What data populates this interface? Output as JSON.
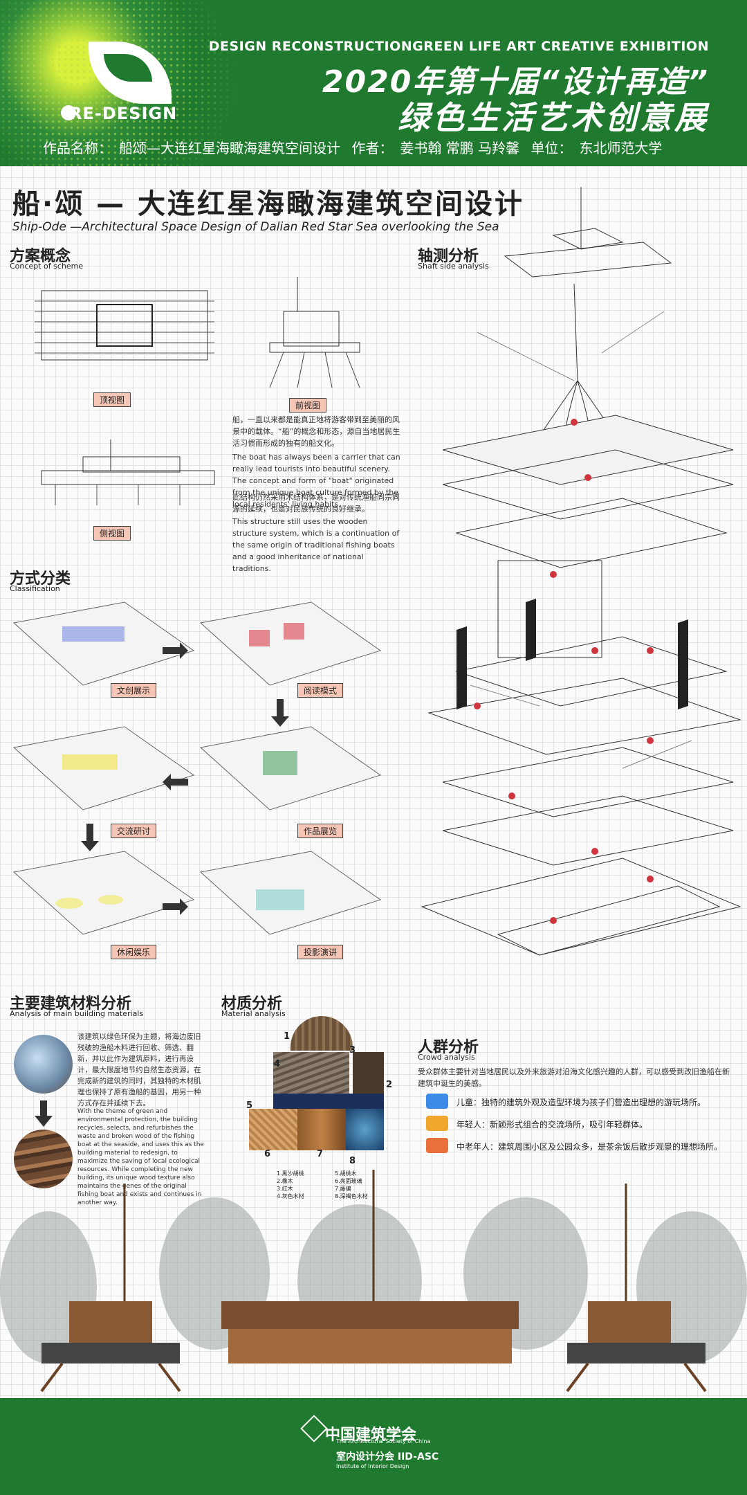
{
  "header": {
    "logo_text": "RE-DESIGN",
    "english_title": "DESIGN RECONSTRUCTIONGREEN LIFE ART CREATIVE EXHIBITION",
    "chinese_title_line1": "2020年第十届“设计再造”",
    "chinese_title_line2": "绿色生活艺术创意展",
    "meta_name_label": "作品名称：",
    "meta_name_value": "船颂—大连红星海瞰海建筑空间设计",
    "meta_author_label": "作者：",
    "meta_author_value": "姜书翰 常鹏 马羚馨",
    "meta_unit_label": "单位：",
    "meta_unit_value": "东北师范大学"
  },
  "title": {
    "cn": "船·颂 — 大连红星海瞰海建筑空间设计",
    "en": "Ship-Ode —Architectural Space Design of Dalian Red Star Sea overlooking the Sea"
  },
  "concept": {
    "heading": "方案概念",
    "sub": "Concept of scheme",
    "cap_top": "顶视图",
    "cap_front": "前视图",
    "cap_side": "侧视图",
    "para1_cn": "船，一直以来都是能真正地将游客带到至美丽的风景中的载体。“船”的概念和形态，源自当地居民生活习惯而形成的独有的船文化。",
    "para1_en": "The boat has always been a carrier that can really lead tourists into beautiful scenery. The concept and form of \"boat\" originated from the unique boat culture formed by the local residents' living habits.",
    "para2_cn": "此结构仍然采用木结构体系，是对传统渔船同宗同源的延续，也是对民族传统的良好继承。",
    "para2_en": "This structure still uses the wooden structure system, which is a continuation of the same origin of traditional fishing boats and a good inheritance of national traditions."
  },
  "classification": {
    "heading": "方式分类",
    "sub": "Classification",
    "caps": [
      "文创展示",
      "阅读模式",
      "交流研讨",
      "作品展览",
      "休闲娱乐",
      "投影演讲"
    ]
  },
  "axon": {
    "heading": "轴测分析",
    "sub": "Shaft side analysis"
  },
  "materials": {
    "heading": "主要建筑材料分析",
    "sub": "Analysis of main building materials",
    "para_cn": "该建筑以绿色环保为主题，将海边废旧残破的渔船木料进行回收、筛选、翻新，并以此作为建筑原料，进行再设计，最大限度地节约自然生态资源。在完成新的建筑的同时，其独特的木材肌理也保持了原有渔船的基因，用另一种方式存在并延续下去。",
    "para_en": "With the theme of green and environmental protection, the building recycles, selects, and refurbishes the waste and broken wood of the fishing boat at the seaside, and uses this as the building material to redesign, to maximize the saving of local ecological resources. While completing the new building, its unique wood texture also maintains the genes of the original fishing boat and exists and continues in another way."
  },
  "texture": {
    "heading": "材质分析",
    "sub": "Material analysis",
    "numbers": [
      "1",
      "2",
      "3",
      "4",
      "5",
      "6",
      "7",
      "8"
    ],
    "legend": [
      "1.黑沙胡桃",
      "2.橡木",
      "3.红木",
      "4.灰色木材",
      "5.胡桃木",
      "6.亮面玻璃",
      "7.藤编",
      "8.深褐色木材"
    ]
  },
  "crowd": {
    "heading": "人群分析",
    "sub": "Crowd analysis",
    "intro": "受众群体主要针对当地居民以及外来旅游对沿海文化感兴趣的人群，可以感受到改旧渔船在新建筑中诞生的美感。",
    "items": [
      {
        "label": "儿童：",
        "text": "独特的建筑外观及造型环境为孩子们营造出理想的游玩场所。",
        "color": "#3b8be6"
      },
      {
        "label": "年轻人：",
        "text": "新颖形式组合的交流场所，吸引年轻群体。",
        "color": "#f0a72c"
      },
      {
        "label": "中老年人：",
        "text": "建筑周围小区及公园众多，是茶余饭后散步观景的理想场所。",
        "color": "#e8703a"
      }
    ]
  },
  "footer": {
    "org_cn": "中国建筑学会",
    "org_en": "The Architectural Society of China",
    "branch_cn": "室内设计分会 IID-ASC",
    "branch_en": "Institute of Interior Design"
  },
  "colors": {
    "header_green": "#1f7a2f",
    "caption_pink": "#f5c6b5",
    "bullet_red": "#d0343c"
  }
}
